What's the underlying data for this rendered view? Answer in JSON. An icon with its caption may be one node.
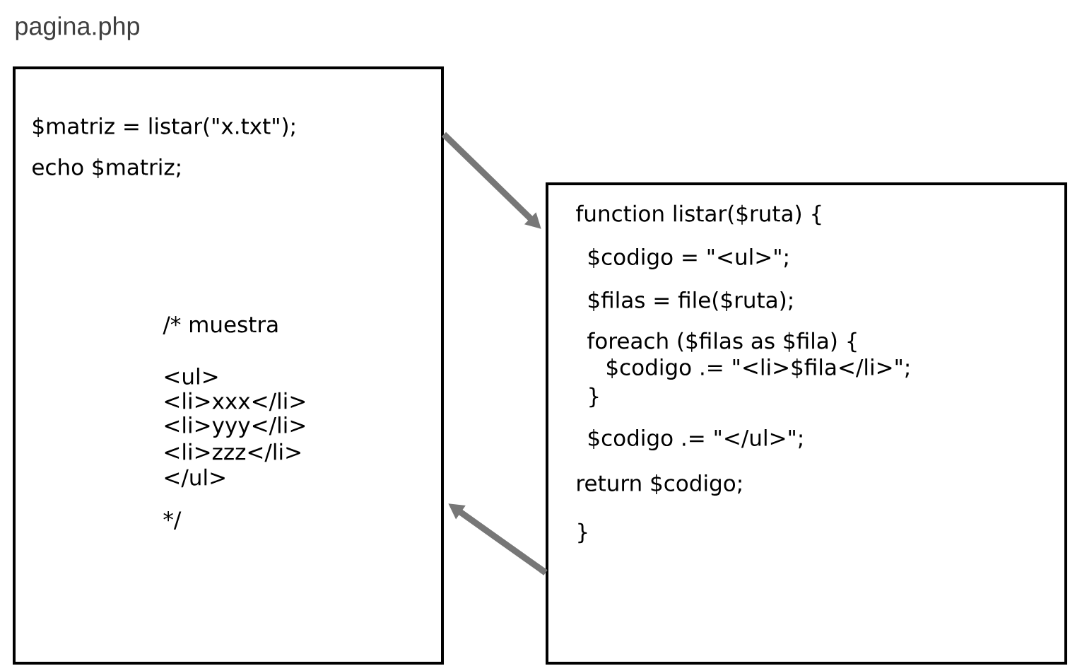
{
  "diagram": {
    "nodes": [
      {
        "text": [
          "pagina.php",
          "$matriz = listar(\"x.txt\");",
          "echo $matriz;",
          "/* muestra",
          "<ul>",
          "<li>xxx</li>",
          "<li>yyy</li>",
          "<li>zzz</li>",
          "</ul>",
          "*/"
        ]
      },
      {
        "text": [
          "function listar($ruta) {",
          "$codigo = \"<ul>\";",
          "$filas = file($ruta);",
          "foreach ($filas as $fila) {",
          "$codigo .= \"<li>$fila</li>\";",
          "}",
          "$codigo .= \"</ul>\";",
          "return $codigo;",
          "}"
        ]
      }
    ],
    "edges": [
      {
        "from": 0,
        "to": 1,
        "arrow": "to"
      },
      {
        "from": 1,
        "to": 0,
        "arrow": "to"
      }
    ]
  }
}
